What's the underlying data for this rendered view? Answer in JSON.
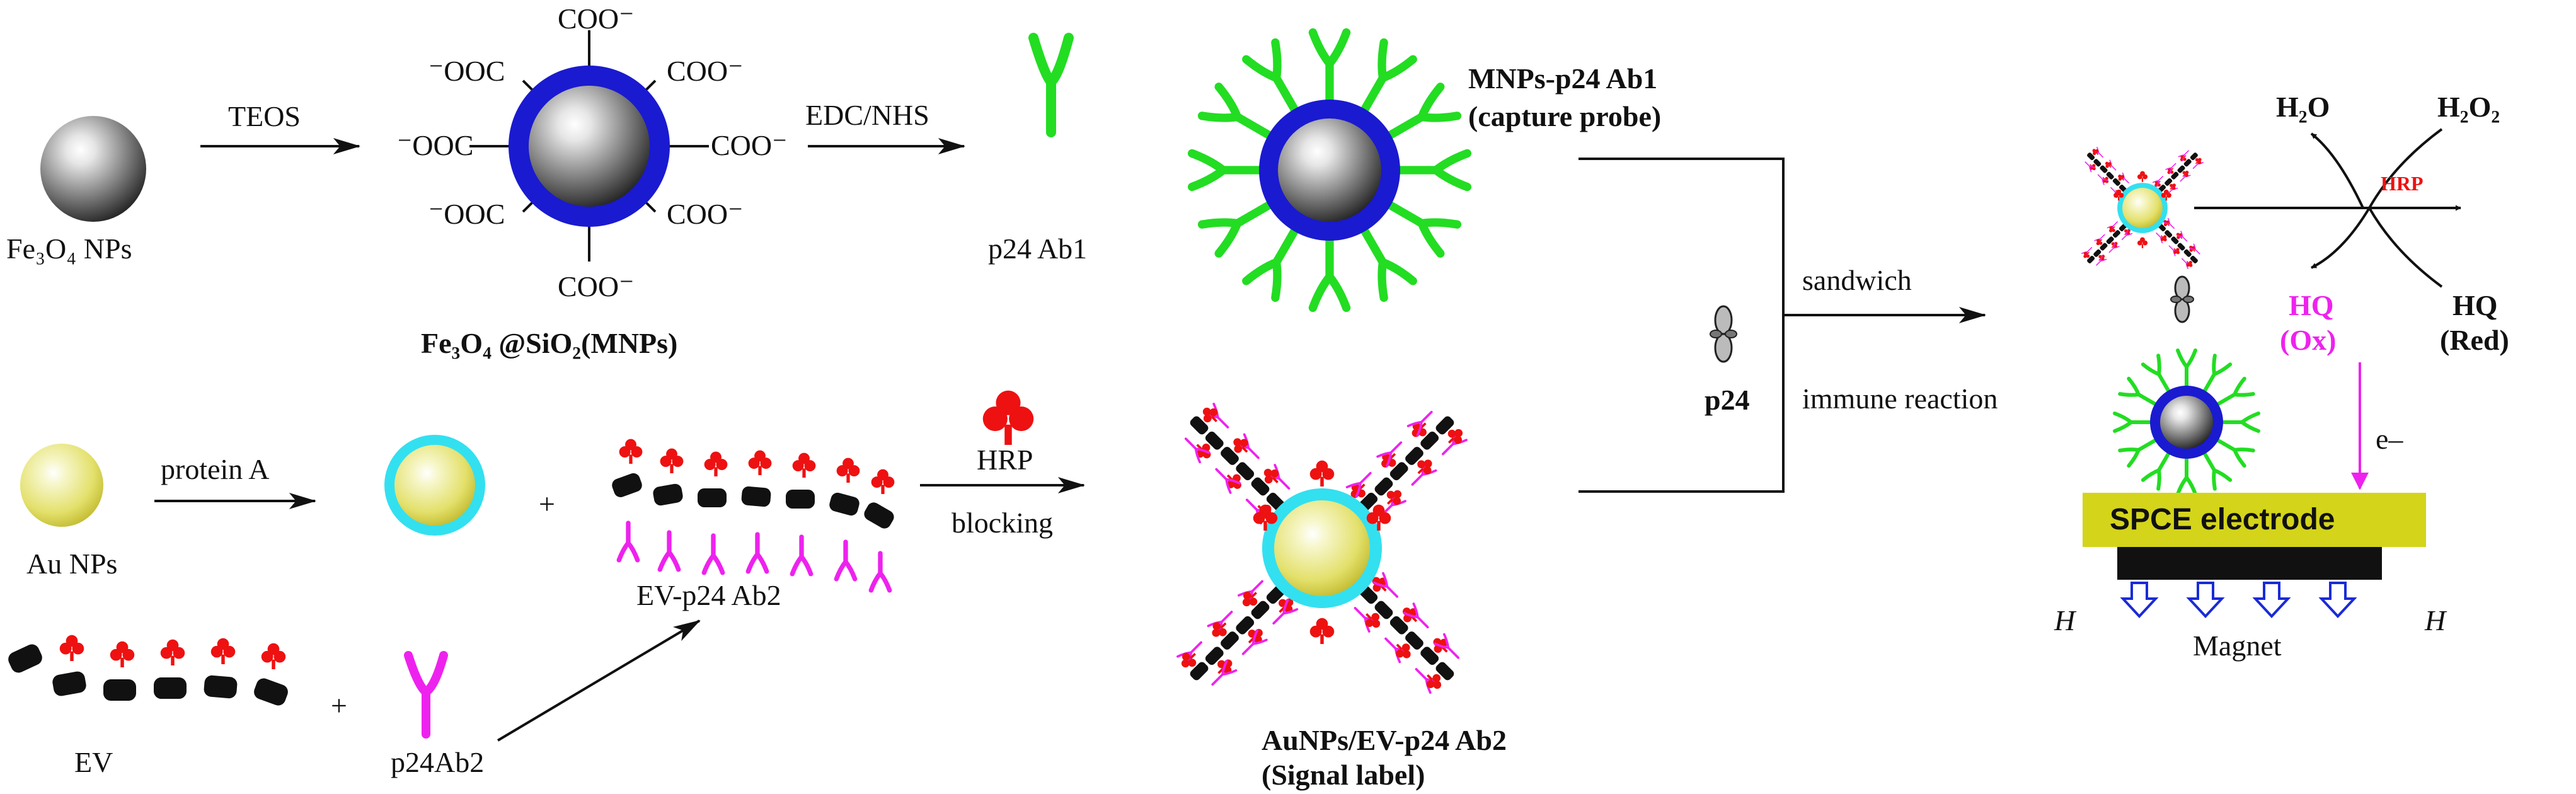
{
  "labels": {
    "fe3o4_np": "Fe₃O₄ NPs",
    "teos": "TEOS",
    "fe3o4_sio2": "Fe₃O₄ @SiO₂(MNPs)",
    "coo": "COO⁻",
    "ooc": "⁻OOC",
    "edc_nhs": "EDC/NHS",
    "p24_ab1": "p24 Ab1",
    "capture_name": "MNPs-p24 Ab1",
    "capture_role": "(capture probe)",
    "sandwich": "sandwich",
    "immune_reaction": "immune reaction",
    "p24": "p24",
    "h2o": "H₂O",
    "h2o2": "H₂O₂",
    "hrp_red": "HRP",
    "hq_ox_1": "HQ",
    "hq_ox_2": "(Ox)",
    "hq_red_1": "HQ",
    "hq_red_2": "(Red)",
    "electron": "e–",
    "spce": "SPCE electrode",
    "magnet": "Magnet",
    "field_h": "H",
    "au_np": "Au NPs",
    "protein_a": "protein A",
    "plus": "+",
    "ev_p24_ab2": "EV-p24 Ab2",
    "hrp": "HRP",
    "blocking": "blocking",
    "ev": "EV",
    "p24ab2": "p24Ab2",
    "signal_name": "AuNPs/EV-p24 Ab2",
    "signal_role": "(Signal label)"
  },
  "colors": {
    "ab1": "#22dd22",
    "ab2": "#ee22ee",
    "hrp": "#ee1111",
    "silica": "#1a1ad0",
    "protein_a": "#33e0f0",
    "au": "#e8e85a",
    "spce": "#d4d41a",
    "hq_ox": "#ee22ee",
    "magnet_arrow": "#1a2ad8"
  }
}
